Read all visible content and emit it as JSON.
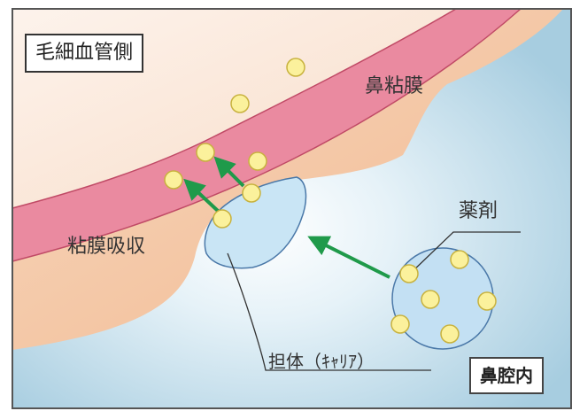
{
  "labels": {
    "capillary_side": "毛細血管側",
    "nasal_mucosa": "鼻粘膜",
    "mucosal_absorption": "粘膜吸収",
    "drug": "薬剤",
    "carrier": "担体（ｷｬﾘｱ）",
    "nasal_cavity": "鼻腔内"
  },
  "colors": {
    "nasal_cavity_bg": "#a9cfe2",
    "mucosa": "#f2c09a",
    "capillary_wall": "#fbe6d8",
    "blood_vessel": "#ea8aa0",
    "carrier_fill": "#c7e4f5",
    "drug_particle": "#fbf19c",
    "arrow": "#1f9a4a"
  }
}
